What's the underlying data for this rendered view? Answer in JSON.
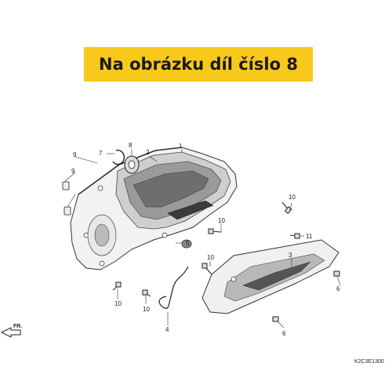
{
  "banner": {
    "text": "Na obrázku díl číslo 8",
    "color": "#f8c81a"
  },
  "diagram": {
    "direction_label": "FR.",
    "part_code": "K2C3E1300",
    "callouts": [
      "1",
      "2",
      "3",
      "4",
      "5",
      "6",
      "6",
      "7",
      "8",
      "9",
      "9",
      "10",
      "10",
      "10",
      "10",
      "10",
      "11"
    ],
    "highlighted_part": "8"
  }
}
